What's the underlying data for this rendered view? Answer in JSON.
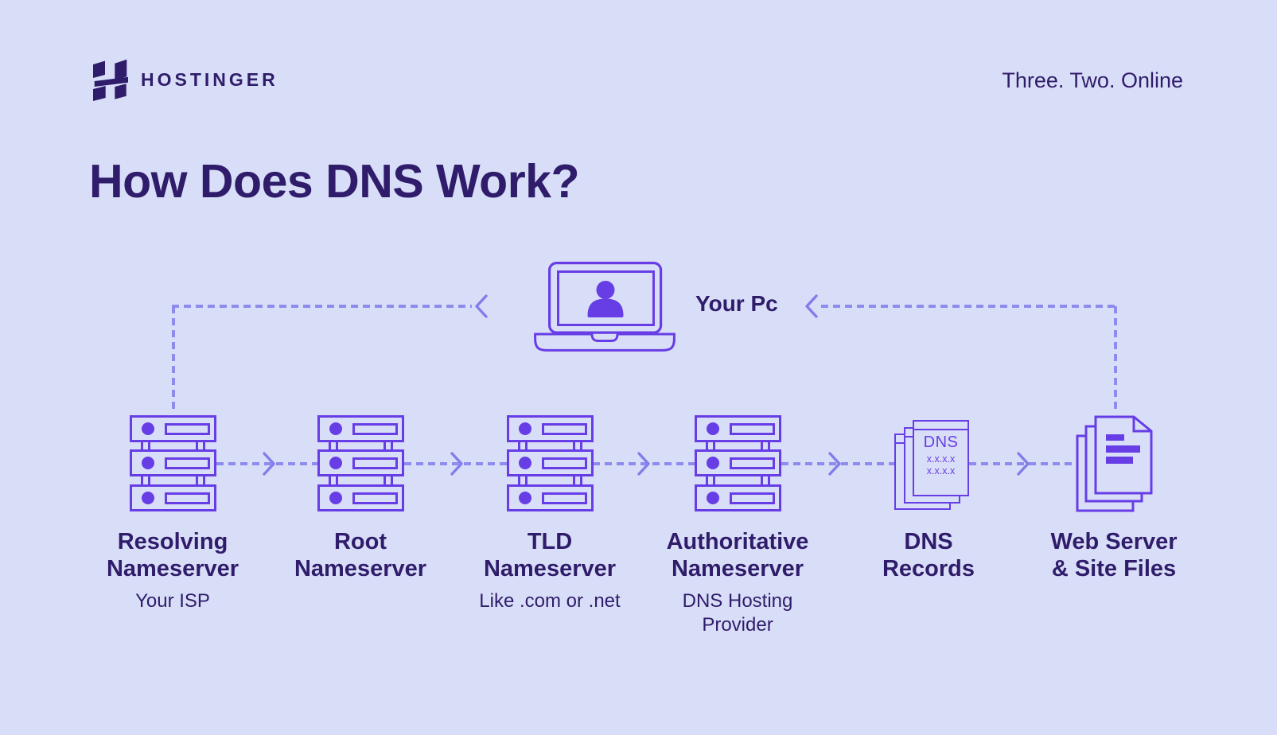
{
  "header": {
    "brand": "HOSTINGER",
    "tagline": "Three. Two. Online"
  },
  "title": "How Does DNS Work?",
  "pc": {
    "label": "Your Pc"
  },
  "nodes": [
    {
      "label": "Resolving\nNameserver",
      "sub": "Your ISP"
    },
    {
      "label": "Root\nNameserver",
      "sub": ""
    },
    {
      "label": "TLD\nNameserver",
      "sub": "Like .com or .net"
    },
    {
      "label": "Authoritative\nNameserver",
      "sub": "DNS Hosting\nProvider"
    },
    {
      "label": "DNS\nRecords",
      "sub": ""
    },
    {
      "label": "Web Server\n& Site Files",
      "sub": ""
    }
  ],
  "dns_card": {
    "title": "DNS",
    "lines": "x.x.x.x\nx.x.x.x"
  },
  "icons": {
    "brand_mark": "hostinger-h-icon",
    "pc": "laptop-user-icon",
    "nameserver": "server-rack-icon",
    "dns_records": "dns-records-stack-icon",
    "web_files": "site-files-stack-icon",
    "flow_forward": "chevron-right-icon",
    "flow_back": "chevron-left-icon"
  },
  "colors": {
    "background": "#d9def8",
    "text_dark": "#2f1c6a",
    "accent_purple": "#673de6",
    "dotted_line": "#8f8bee"
  }
}
